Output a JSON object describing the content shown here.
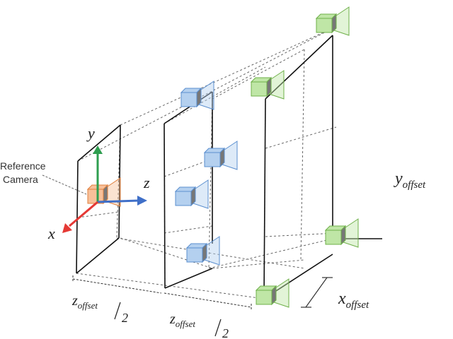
{
  "labels": {
    "reference_camera_line1": "Reference",
    "reference_camera_line2": "Camera",
    "axis_x": "x",
    "axis_y": "y",
    "axis_z": "z",
    "y_offset_main": "y",
    "y_offset_sub": "offset",
    "x_offset_main": "x",
    "x_offset_sub": "offset",
    "z_offset_1_main": "z",
    "z_offset_1_sub": "offset",
    "z_offset_1_den": "2",
    "z_offset_2_main": "z",
    "z_offset_2_sub": "offset",
    "z_offset_2_den": "2"
  },
  "colors": {
    "reference_camera": "#f4a46a",
    "blue_camera": "#8fb8e6",
    "green_camera": "#9ed47c",
    "axis_x": "#e53935",
    "axis_y": "#2e9e4f",
    "axis_z": "#3f6fc8",
    "plane_line": "#111111",
    "dashed_line": "#555555"
  },
  "icons": {
    "reference": "camera-icon",
    "blue": "camera-icon",
    "green": "camera-icon"
  }
}
